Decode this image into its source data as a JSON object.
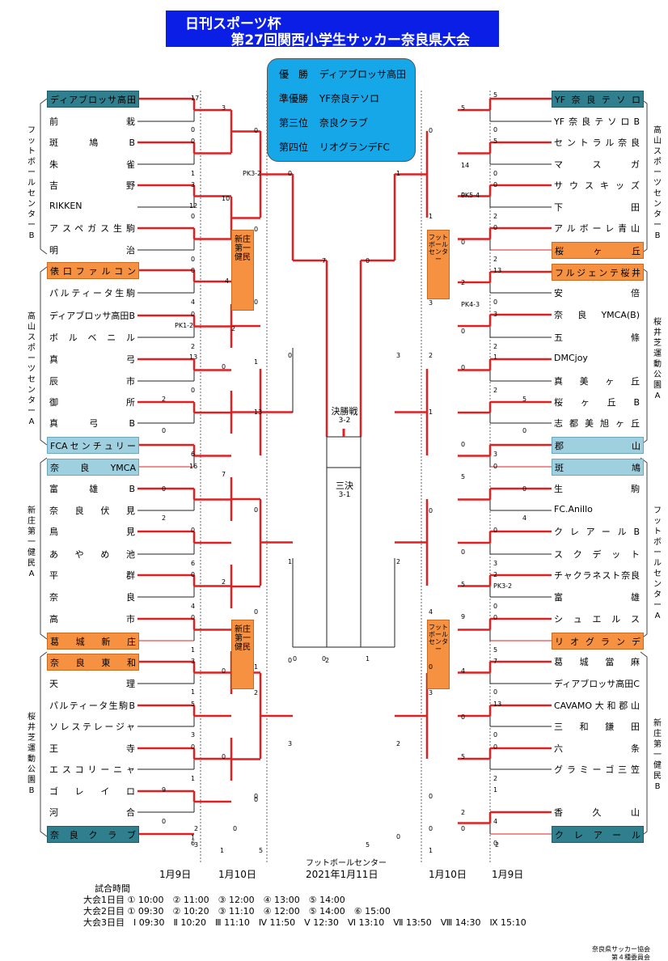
{
  "title": {
    "line1": "日刊スポーツ杯",
    "line2": "第27回関西小学生サッカー奈良県大会"
  },
  "results": [
    {
      "place": "優　勝",
      "team": "ディアブロッサ高田"
    },
    {
      "place": "準優勝",
      "team": "YF奈良テソロ"
    },
    {
      "place": "第三位",
      "team": "奈良クラブ"
    },
    {
      "place": "第四位",
      "team": "リオグランデFC"
    }
  ],
  "left_teams": [
    "ディアブロッサ高田",
    "前栽",
    "斑鳩B",
    "朱雀",
    "吉野",
    "RIKKEN",
    "アスペガス生駒",
    "明治",
    "俵口ファルコン",
    "パルティータ生駒",
    "ディアブロッサ高田B",
    "ボルベニル",
    "真弓",
    "辰市",
    "御所",
    "真弓B",
    "FCAセンチュリー",
    "奈良YMCA",
    "富雄B",
    "奈良伏見",
    "鳥見",
    "あやめ池",
    "平群",
    "奈良",
    "高市",
    "葛城新庄",
    "奈良東和",
    "天理",
    "パルティータ生駒B",
    "ソレステレージャ",
    "王寺",
    "エスコリーニャ",
    "ゴレイロ",
    "河合",
    "奈良クラブ"
  ],
  "right_teams": [
    "YF奈良テソロ",
    "YF奈良テソロB",
    "セントラル奈良",
    "マスガ",
    "サウスキッズ",
    "下田",
    "アルボーレ青山",
    "桜ヶ丘",
    "フルジェンテ桜井",
    "安倍",
    "奈良YMCA(B)",
    "五條",
    "DMCjoy",
    "真美ヶ丘",
    "桜ヶ丘B",
    "志都美旭ヶ丘",
    "郡山",
    "斑鳩",
    "生駒",
    "FC.Anillo",
    "クレアールB",
    "スクデット",
    "チャクラネスト奈良",
    "富雄",
    "シュエルス",
    "リオグランデ",
    "葛城當麻",
    "ディアブロッサ高田C",
    "CAVAMO大和郡山",
    "三和鎌田",
    "六条",
    "グラミーゴ三笠",
    "香久山",
    "クレアール"
  ],
  "groups_left": [
    "フットボールセンターB",
    "高山スポーツセンターA",
    "新庄第一健民A",
    "桜井芝運動公園B"
  ],
  "groups_right": [
    "高山スポーツセンターB",
    "桜井芝運動公園A",
    "フットボールセンターA",
    "新庄第一健民B"
  ],
  "venues": {
    "left": "新庄第一健民",
    "right": "フットボールセンター"
  },
  "scores_left": [
    "17",
    "0",
    "0",
    "1",
    "3",
    "0",
    "12",
    "0",
    "0",
    "4",
    "0",
    "2",
    "13",
    "0",
    "2",
    "0",
    "6",
    "16",
    "0",
    "2",
    "0",
    "6",
    "0",
    "4",
    "0",
    "1",
    "3",
    "1",
    "5",
    "3",
    "0",
    "1",
    "9",
    "0",
    "6",
    "3",
    "10",
    "0",
    "0",
    "4",
    "2",
    "0",
    "1",
    "0",
    "7",
    "13",
    "0",
    "2",
    "0",
    "1",
    "0",
    "2",
    "0",
    "0",
    "0",
    "0",
    "1",
    "3",
    "7",
    "0",
    "2",
    "0",
    "5",
    "1",
    "0",
    "0",
    "0",
    "2",
    "3",
    "1"
  ],
  "scores_right": [
    "5",
    "0",
    "5",
    "0",
    "0",
    "2",
    "0",
    "2",
    "13",
    "0",
    "3",
    "2",
    "1",
    "2",
    "5",
    "0",
    "3",
    "0",
    "0",
    "4",
    "0",
    "3",
    "2",
    "0",
    "0",
    "5",
    "7",
    "0",
    "13",
    "0",
    "0",
    "2",
    "1",
    "4",
    "0",
    "5",
    "14",
    "0",
    "1",
    "0",
    "0",
    "2",
    "0",
    "3",
    "2",
    "0",
    "0",
    "5",
    "0",
    "1",
    "0",
    "5",
    "9",
    "4",
    "0",
    "4",
    "0",
    "3",
    "5",
    "0",
    "1",
    "3",
    "2",
    "2",
    "0",
    "1",
    "2",
    "0",
    "0",
    "1",
    "0",
    "5",
    "2"
  ],
  "pk_left": [
    "PK3-2",
    "PK1-2"
  ],
  "pk_right": [
    "PK5-4",
    "PK4-3",
    "PK3-2"
  ],
  "final": {
    "label": "決勝戦",
    "score": "3-2"
  },
  "third": {
    "label": "三決",
    "score": "3-1"
  },
  "days": {
    "d1": "1月9日",
    "d2": "1月10日",
    "center": "フットボールセンター",
    "d3": "2021年1月11日"
  },
  "schedule": {
    "title": "試合時間",
    "day1": "大会1日目 ① 10:00　② 11:00　③ 12:00　④ 13:00　⑤ 14:00",
    "day2": "大会2日目 ① 09:30　② 10:20　③ 11:10　④ 12:00　⑤ 14:00　⑥ 15:00",
    "day3": "大会3日目　Ⅰ 09:30　Ⅱ 10:20　Ⅲ 11:10　Ⅳ 11:50　Ⅴ 12:30　Ⅵ 13:10　Ⅶ 13:50　Ⅷ 14:30　Ⅸ 15:10"
  },
  "footer": {
    "line1": "奈良県サッカー協会",
    "line2": "第４種委員会"
  },
  "colors": {
    "red": "#e02020",
    "teal": "#2f7f8f",
    "lblue": "#9fd0e0",
    "orange": "#f59140",
    "blue": "#0a1ee6"
  }
}
